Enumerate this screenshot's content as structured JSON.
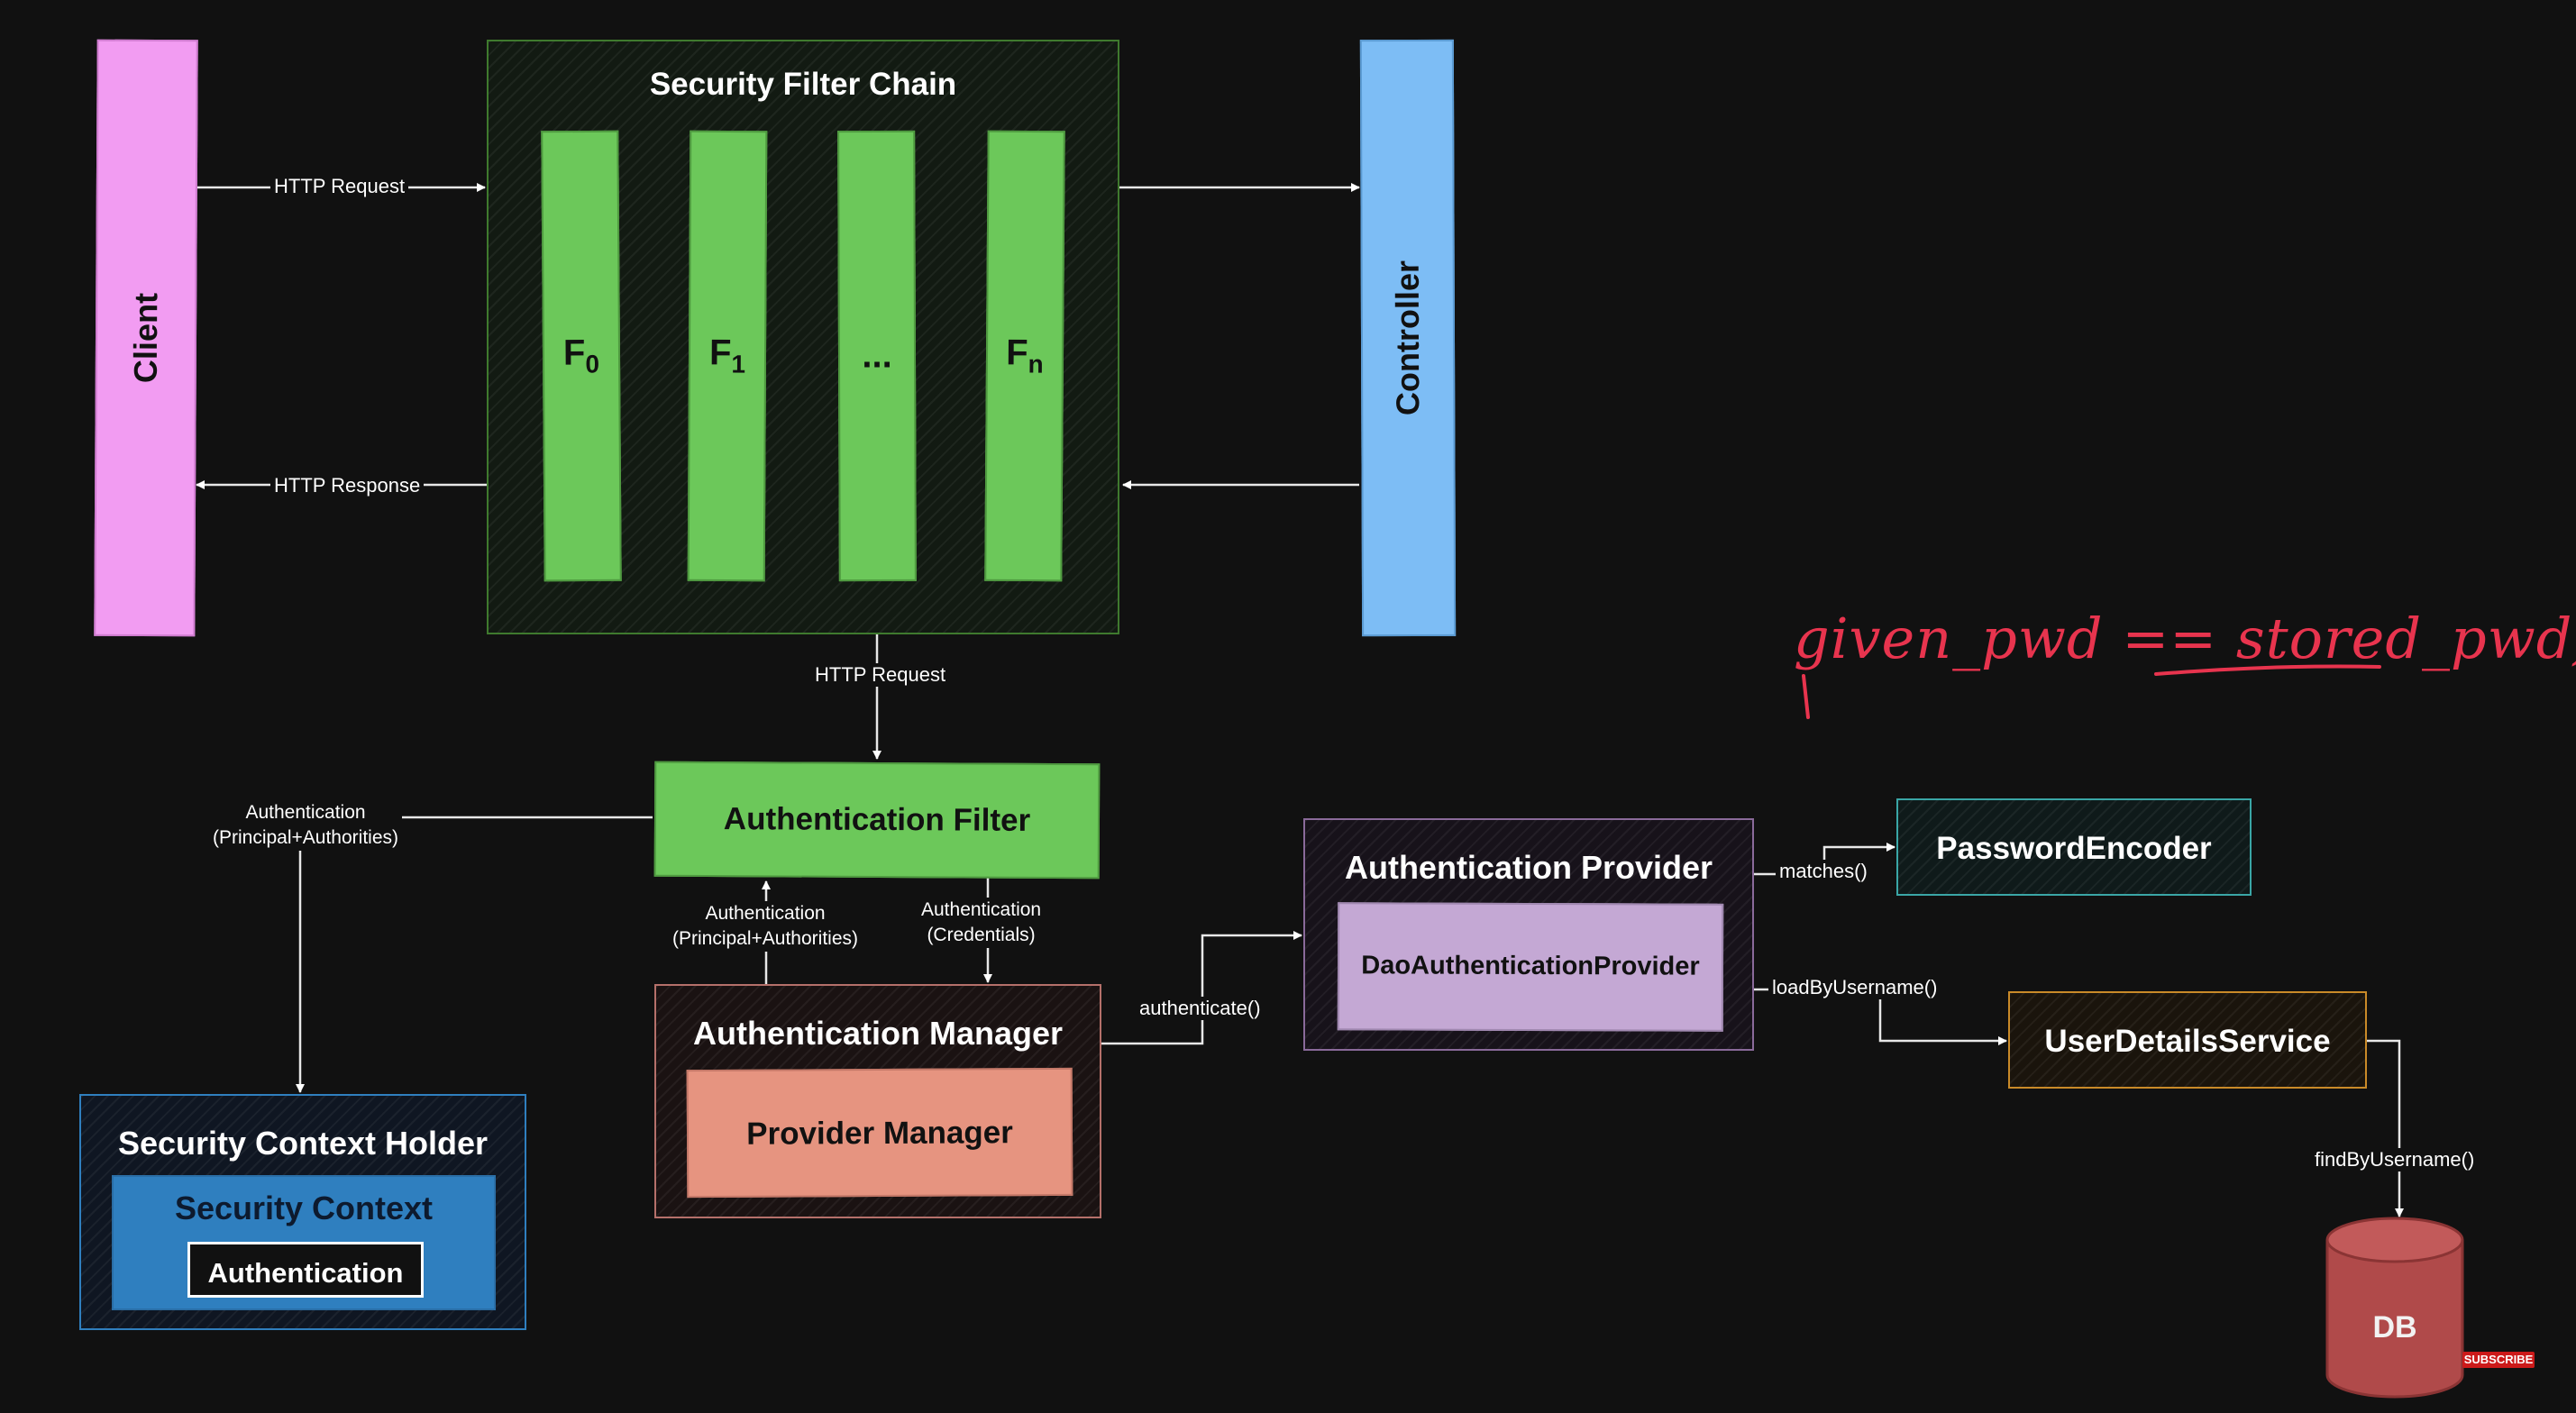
{
  "nodes": {
    "client": "Client",
    "controller": "Controller",
    "security_filter_chain": "Security Filter Chain",
    "filters": {
      "f0": {
        "base": "F",
        "sub": "0"
      },
      "f1": {
        "base": "F",
        "sub": "1"
      },
      "fdots": "...",
      "fn": {
        "base": "F",
        "sub": "n"
      }
    },
    "authentication_filter": "Authentication Filter",
    "authentication_manager": "Authentication Manager",
    "provider_manager": "Provider Manager",
    "authentication_provider": "Authentication Provider",
    "dao_authentication_provider": "DaoAuthenticationProvider",
    "password_encoder": "PasswordEncoder",
    "user_details_service": "UserDetailsService",
    "db": "DB",
    "security_context_holder": "Security Context Holder",
    "security_context": "Security Context",
    "authentication": "Authentication"
  },
  "edges": {
    "http_request_in": "HTTP Request",
    "http_response_out": "HTTP Response",
    "http_request_down": "HTTP Request",
    "auth_principal_to_holder": {
      "line1": "Authentication",
      "line2": "(Principal+Authorities)"
    },
    "auth_principal_up": {
      "line1": "Authentication",
      "line2": "(Principal+Authorities)"
    },
    "auth_credentials_down": {
      "line1": "Authentication",
      "line2": "(Credentials)"
    },
    "authenticate": "authenticate()",
    "matches": "matches()",
    "load_by_username": "loadByUsername()",
    "find_by_username": "findByUsername()"
  },
  "annotation": "given_pwd == stored_pwd)",
  "badge": "SUBSCRIBE",
  "colors": {
    "background": "#111111",
    "client": "#f29cf2",
    "controller": "#7dbdf5",
    "filter_green": "#6cc85a",
    "manager_red": "#e69480",
    "provider_purple": "#c4a8d4",
    "context_blue": "#2f7fbf",
    "encoder_teal": "#3aa6a6",
    "uds_orange": "#c98a28",
    "db_red": "#b04a4a",
    "annotation": "#e8344e"
  }
}
